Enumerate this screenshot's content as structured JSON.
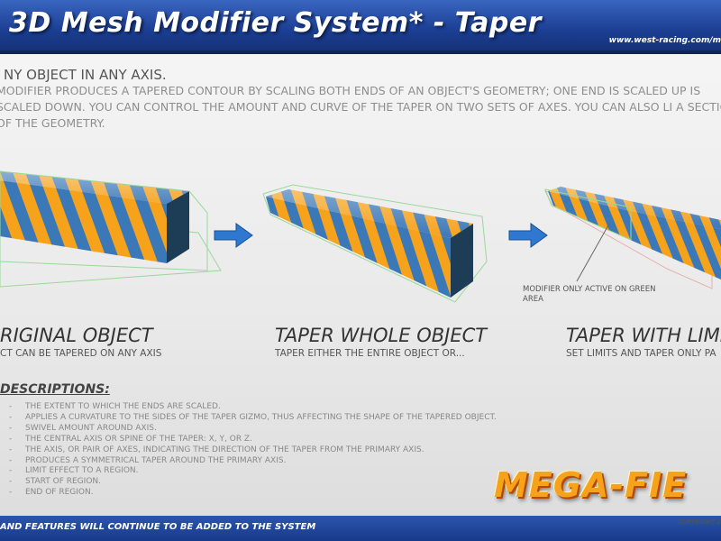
{
  "header": {
    "title": "3D Mesh Modifier System* - Taper",
    "website": "www.west-racing.com/m"
  },
  "intro": {
    "heading": "NY OBJECT IN ANY AXIS.",
    "body": "MODIFIER PRODUCES A TAPERED CONTOUR BY SCALING BOTH ENDS OF AN OBJECT'S GEOMETRY; ONE END IS SCALED UP IS SCALED DOWN. YOU CAN CONTROL THE AMOUNT AND CURVE OF THE TAPER ON TWO SETS OF AXES. YOU CAN ALSO LI A SECTION OF THE GEOMETRY."
  },
  "panels": [
    {
      "title": "RIGINAL OBJECT",
      "subtitle": "CT CAN BE TAPERED ON ANY AXIS"
    },
    {
      "title": "TAPER WHOLE OBJECT",
      "subtitle": "TAPER EITHER THE ENTIRE OBJECT OR..."
    },
    {
      "title": "TAPER WITH LIMITS",
      "subtitle": "SET LIMITS AND TAPER ONLY PA"
    }
  ],
  "annotation": "MODIFIER ONLY ACTIVE ON GREEN AREA",
  "descriptions": {
    "heading": "DESCRIPTIONS:",
    "items": [
      "THE EXTENT TO WHICH THE ENDS ARE SCALED.",
      "APPLIES A CURVATURE TO THE SIDES OF THE TAPER GIZMO, THUS AFFECTING THE SHAPE OF THE TAPERED OBJECT.",
      "SWIVEL AMOUNT AROUND AXIS.",
      "THE CENTRAL AXIS OR SPINE OF THE TAPER: X, Y, OR Z.",
      "THE AXIS, OR PAIR OF AXES, INDICATING THE DIRECTION OF THE TAPER FROM THE PRIMARY AXIS.",
      "PRODUCES A SYMMETRICAL TAPER AROUND THE PRIMARY AXIS.",
      "LIMIT EFFECT TO A REGION.",
      "START OF REGION.",
      "END OF REGION."
    ],
    "bullet": "-"
  },
  "logo": "MEGA-FIE",
  "footer": {
    "text": "AND FEATURES WILL CONTINUE TO BE ADDED TO THE SYSTEM",
    "copyright": "COPYRIGHT 2"
  },
  "colors": {
    "header_blue": "#1c3f94",
    "stripe_orange": "#f7a21b",
    "stripe_blue": "#3b78b8",
    "arrow_blue": "#2f78d0",
    "gizmo_green": "#8fd68f",
    "logo_orange": "#f7a21b"
  },
  "icons": [
    "arrow-right-icon",
    "arrow-right-icon"
  ]
}
